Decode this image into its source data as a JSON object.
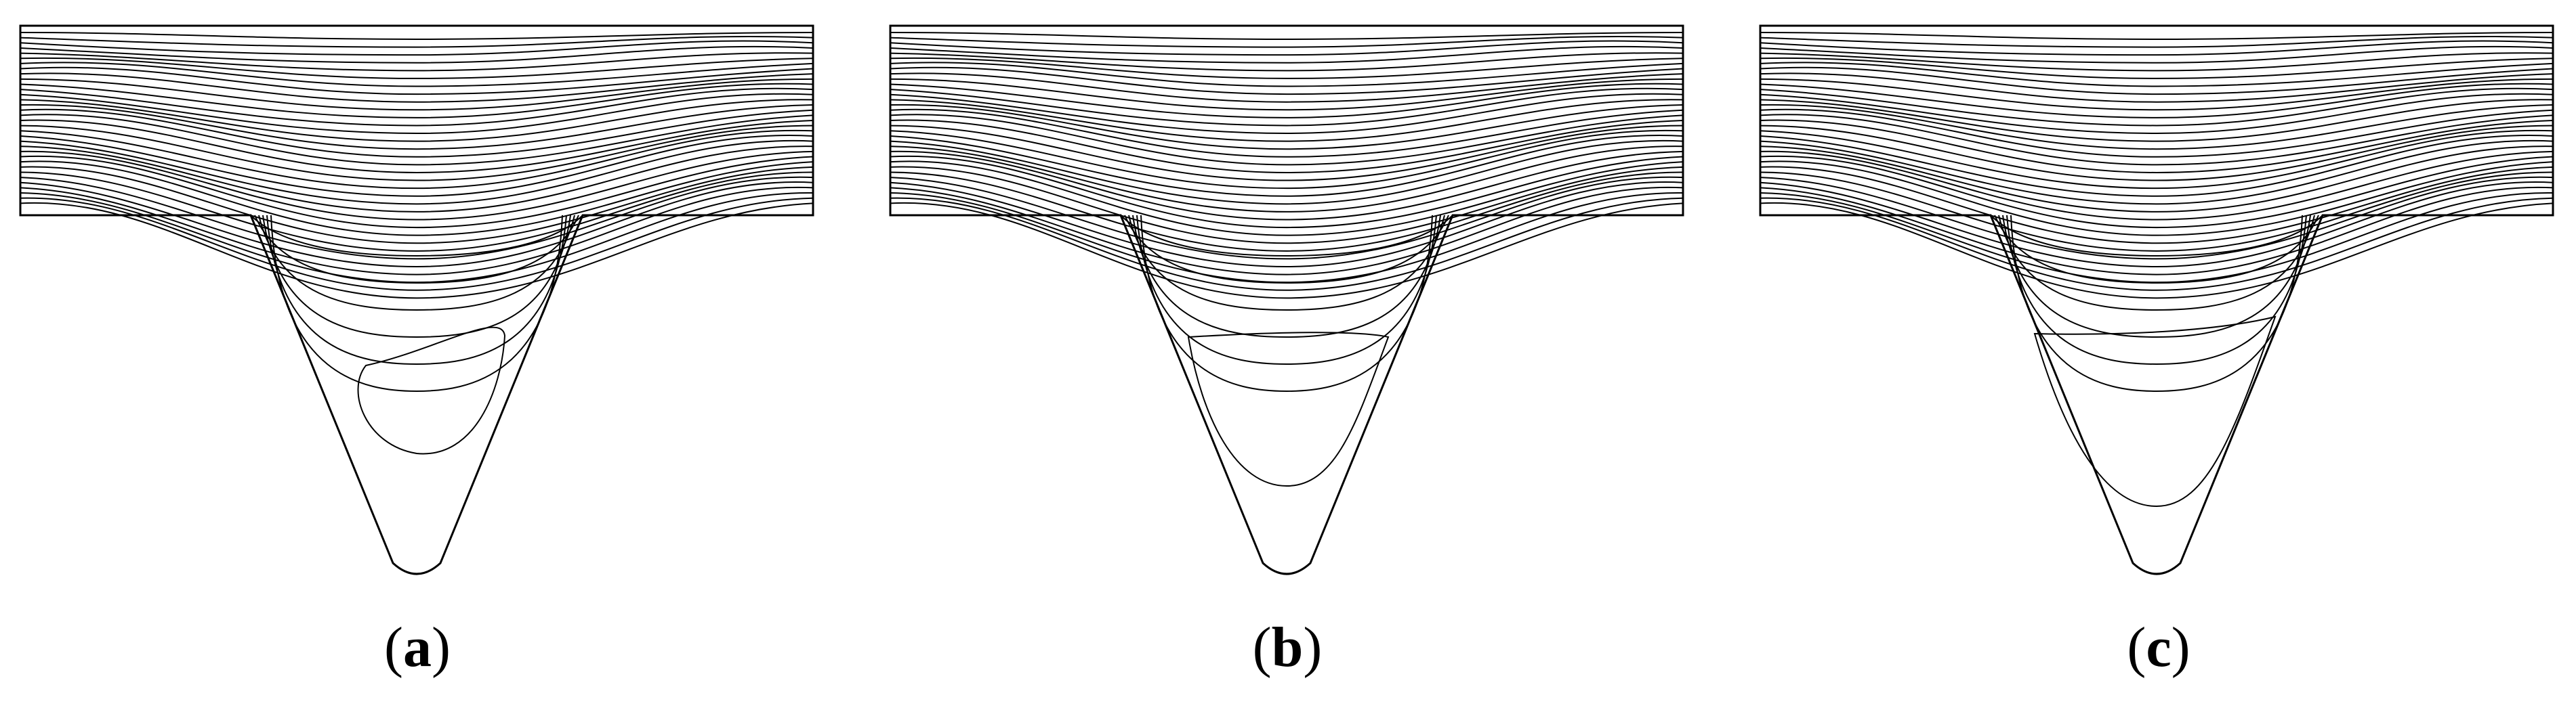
{
  "figure": {
    "panels": [
      {
        "id": "a",
        "label_open": "(",
        "label_letter": "a",
        "label_close": ")",
        "vortex": "closed"
      },
      {
        "id": "b",
        "label_open": "(",
        "label_letter": "b",
        "label_close": ")",
        "vortex": "attached"
      },
      {
        "id": "c",
        "label_open": "(",
        "label_letter": "c",
        "label_close": ")",
        "vortex": "elongated"
      }
    ],
    "line_color": "#000000",
    "background": "#ffffff"
  }
}
